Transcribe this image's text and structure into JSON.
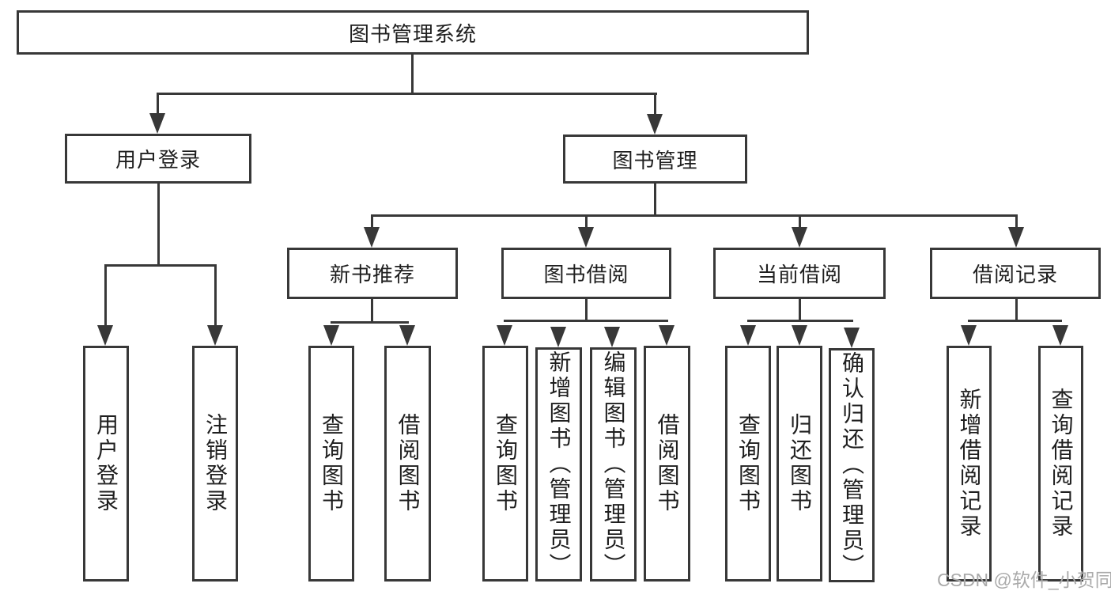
{
  "diagram": {
    "title_node": "图书管理系统",
    "level1": {
      "user_login": "用户登录",
      "book_mgmt": "图书管理"
    },
    "level2": {
      "new_books": "新书推荐",
      "book_borrow": "图书借阅",
      "current_borrow": "当前借阅",
      "borrow_records": "借阅记录"
    },
    "leaves": {
      "user_login_leaf": "用户登录",
      "logout_leaf": "注销登录",
      "nb_query": "查询图书",
      "nb_borrow": "借阅图书",
      "bb_query": "查询图书",
      "bb_add": "新增图书（管理员）",
      "bb_edit": "编辑图书（管理员）",
      "bb_borrow": "借阅图书",
      "cb_query": "查询图书",
      "cb_return": "归还图书",
      "cb_confirm": "确认归还（管理员）",
      "br_add": "新增借阅记录",
      "br_query": "查询借阅记录"
    }
  },
  "watermark": "CSDN @软件_小贺同学",
  "colors": {
    "line": "#383838",
    "text": "#1f1f1f",
    "box_background": "#ffffff",
    "page_background": "#ffffff",
    "watermark": "#aaaaaa"
  }
}
